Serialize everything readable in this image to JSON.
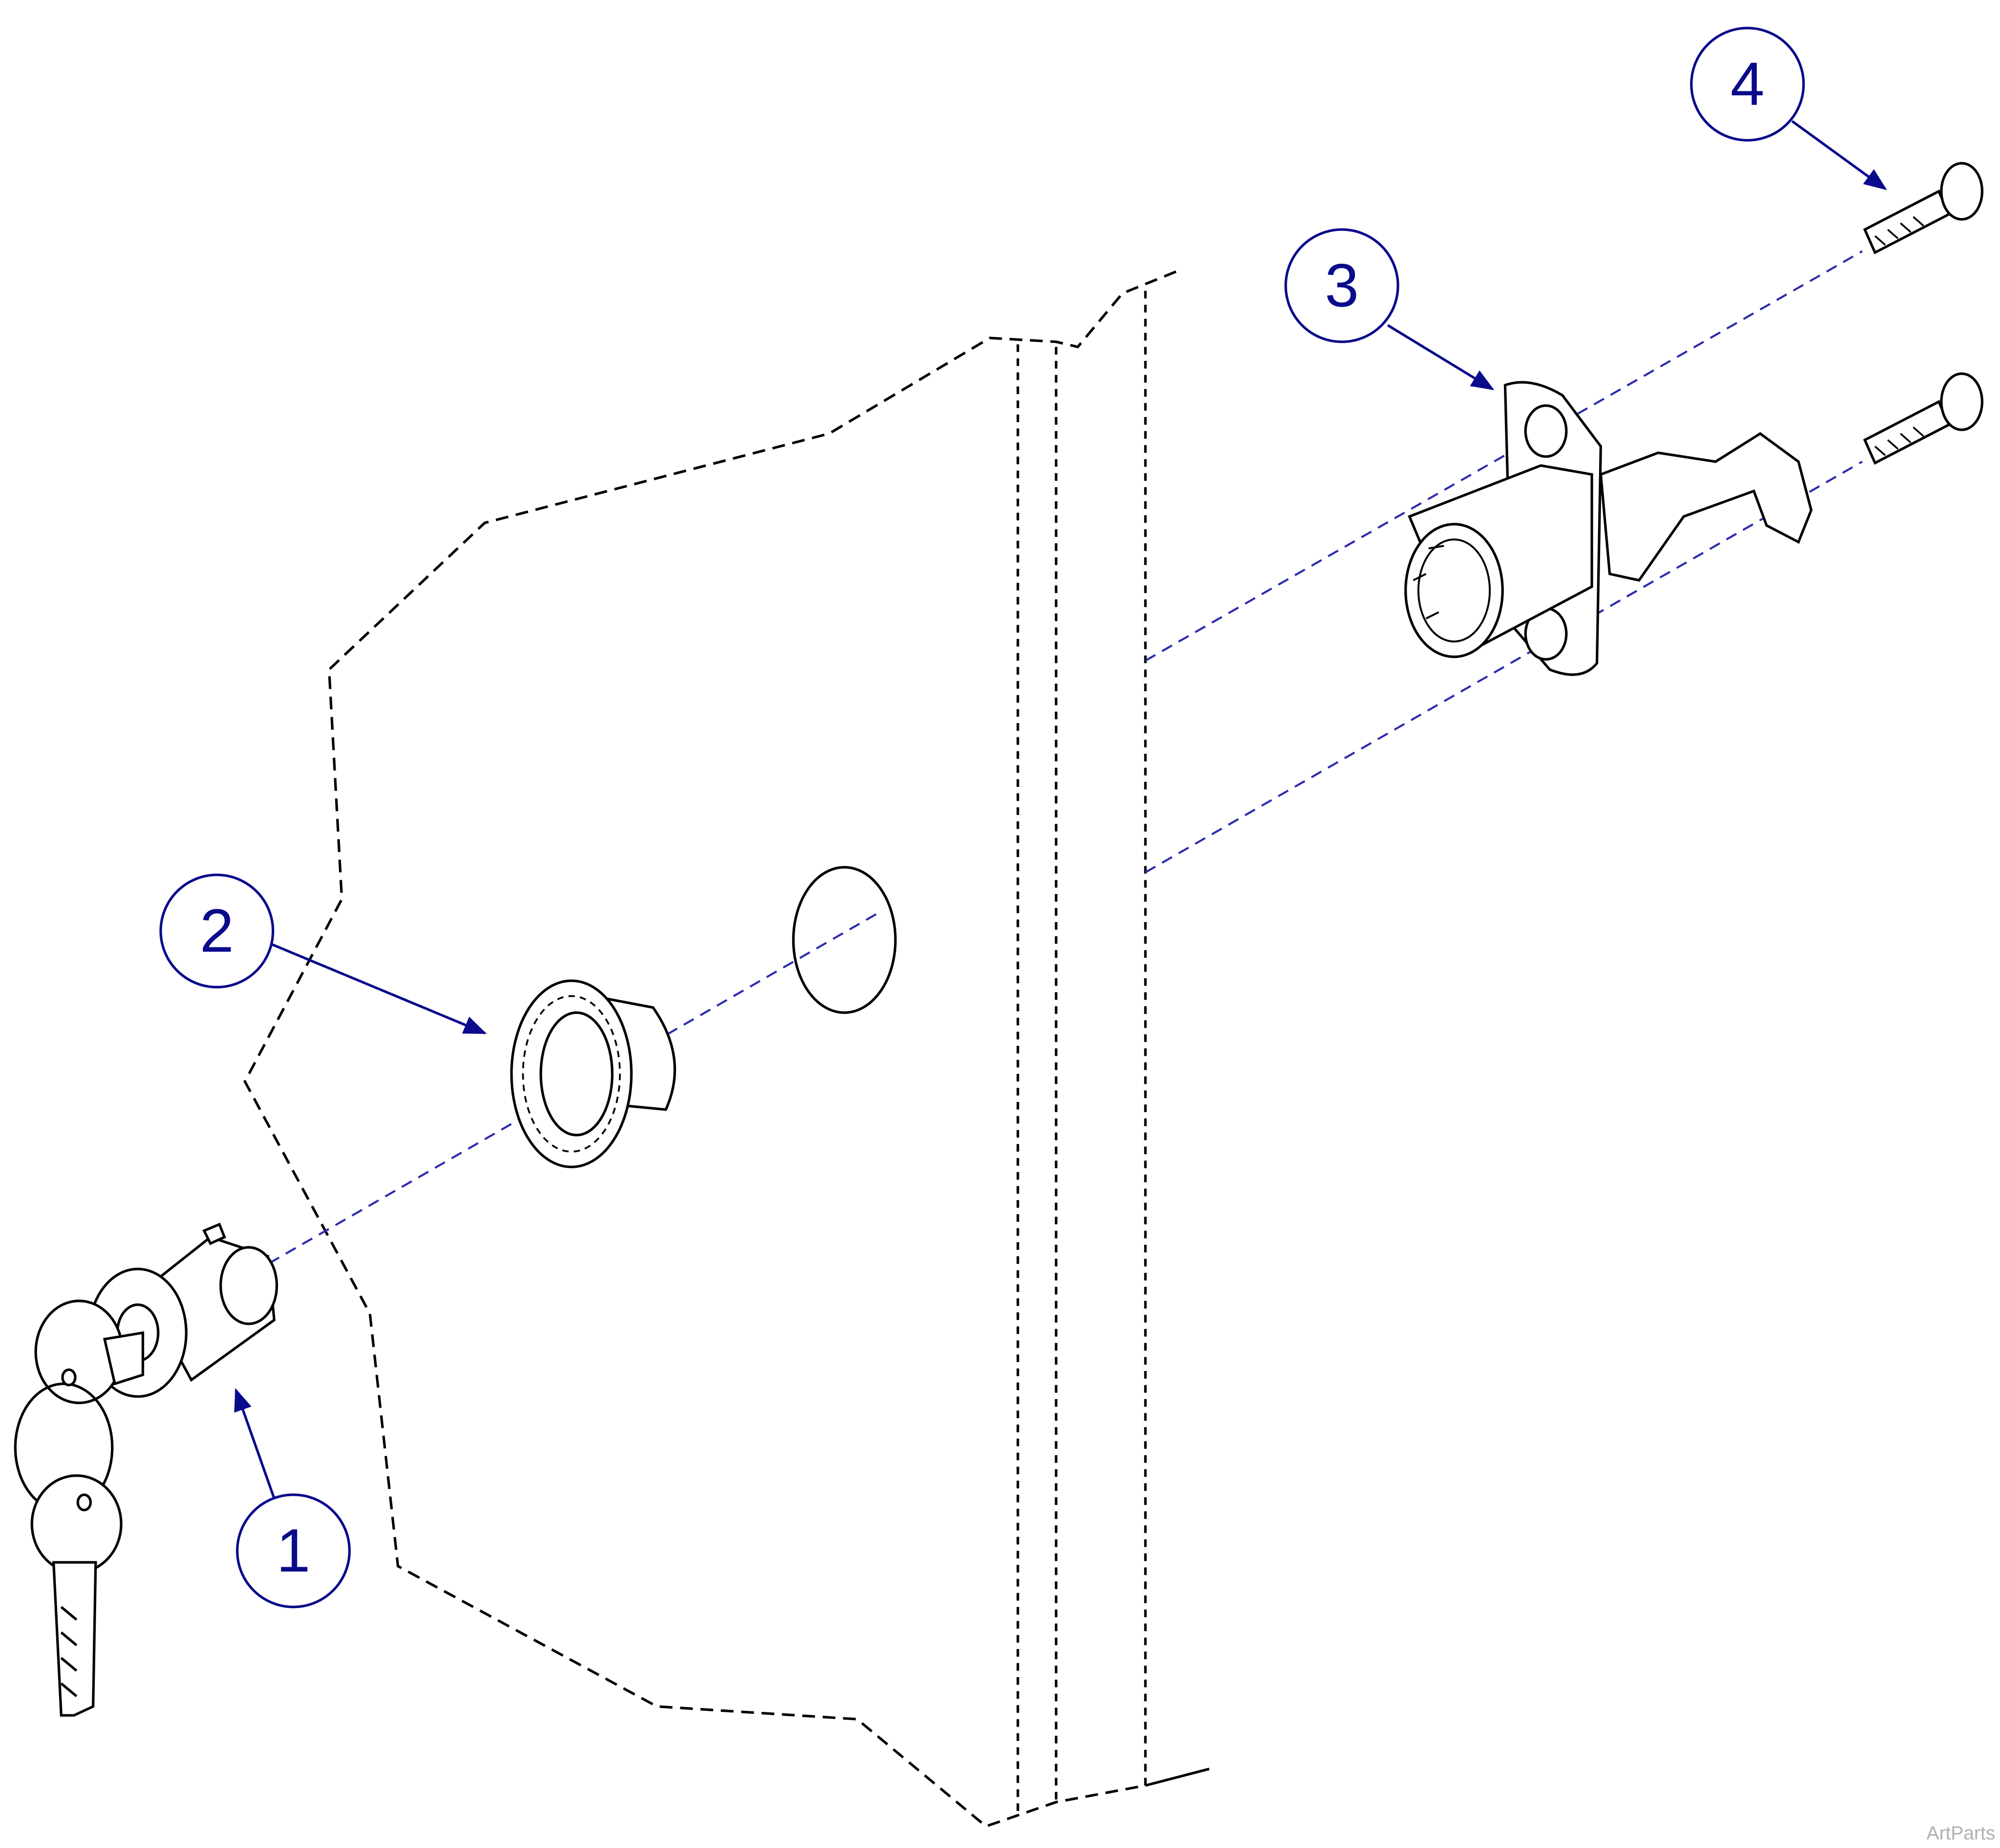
{
  "diagram": {
    "callouts": [
      {
        "id": "1",
        "label": "1"
      },
      {
        "id": "2",
        "label": "2"
      },
      {
        "id": "3",
        "label": "3"
      },
      {
        "id": "4",
        "label": "4"
      }
    ],
    "watermark": "ArtParts",
    "colors": {
      "line": "#000000",
      "callout": "#0a0a8c",
      "centerline": "#2b2bb0",
      "watermark": "#b0b0b0"
    }
  }
}
